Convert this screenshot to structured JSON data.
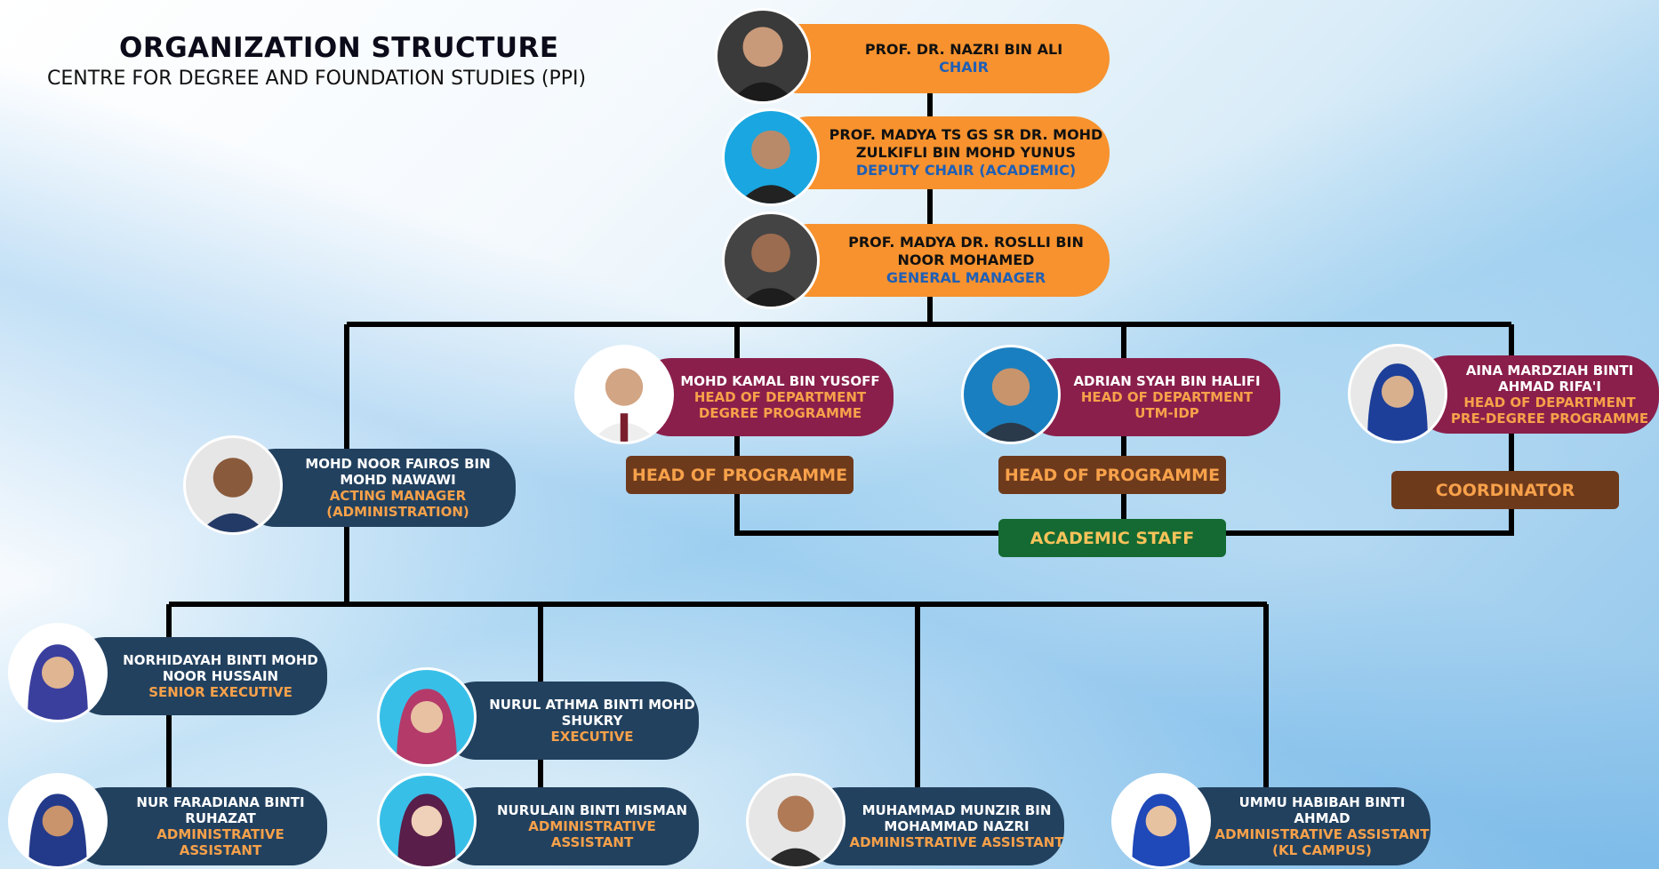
{
  "header": {
    "title": "ORGANIZATION STRUCTURE",
    "subtitle": "CENTRE FOR DEGREE AND FOUNDATION STUDIES (PPI)"
  },
  "colors": {
    "leadership": "#f7922e",
    "department": "#8a1f4b",
    "administration": "#22415f",
    "programme_box": "#6e3a1c",
    "academic_box": "#146a32"
  },
  "leadership": [
    {
      "name": "PROF. DR. NAZRI BIN ALI",
      "role": "CHAIR"
    },
    {
      "name": "PROF. MADYA TS GS SR DR. MOHD ZULKIFLI BIN MOHD YUNUS",
      "role": "DEPUTY CHAIR (ACADEMIC)"
    },
    {
      "name": "PROF. MADYA DR. ROSLLI BIN NOOR MOHAMED",
      "role": "GENERAL MANAGER"
    }
  ],
  "departments": [
    {
      "name": "MOHD KAMAL BIN YUSOFF",
      "role": "HEAD OF DEPARTMENT",
      "unit": "DEGREE PROGRAMME"
    },
    {
      "name": "ADRIAN SYAH BIN HALIFI",
      "role": "HEAD OF DEPARTMENT",
      "unit": "UTM-IDP"
    },
    {
      "name": "AINA MARDZIAH BINTI AHMAD RIFA'I",
      "role": "HEAD OF DEPARTMENT",
      "unit": "PRE-DEGREE PROGRAMME"
    }
  ],
  "boxes": {
    "head_programme_1": "HEAD OF PROGRAMME",
    "head_programme_2": "HEAD OF PROGRAMME",
    "coordinator": "COORDINATOR",
    "academic_staff": "ACADEMIC STAFF"
  },
  "manager": {
    "name": "MOHD NOOR FAIROS BIN MOHD NAWAWI",
    "role": "ACTING MANAGER (ADMINISTRATION)"
  },
  "staff": [
    {
      "name": "NORHIDAYAH BINTI MOHD NOOR HUSSAIN",
      "role": "SENIOR EXECUTIVE"
    },
    {
      "name": "NURUL ATHMA BINTI MOHD SHUKRY",
      "role": "EXECUTIVE"
    },
    {
      "name": "NUR FARADIANA BINTI RUHAZAT",
      "role": "ADMINISTRATIVE ASSISTANT"
    },
    {
      "name": "NURULAIN BINTI MISMAN",
      "role": "ADMINISTRATIVE ASSISTANT"
    },
    {
      "name": "MUHAMMAD MUNZIR BIN MOHAMMAD NAZRI",
      "role": "ADMINISTRATIVE ASSISTANT"
    },
    {
      "name": "UMMU HABIBAH BINTI AHMAD",
      "role": "ADMINISTRATIVE ASSISTANT (KL CAMPUS)"
    }
  ]
}
